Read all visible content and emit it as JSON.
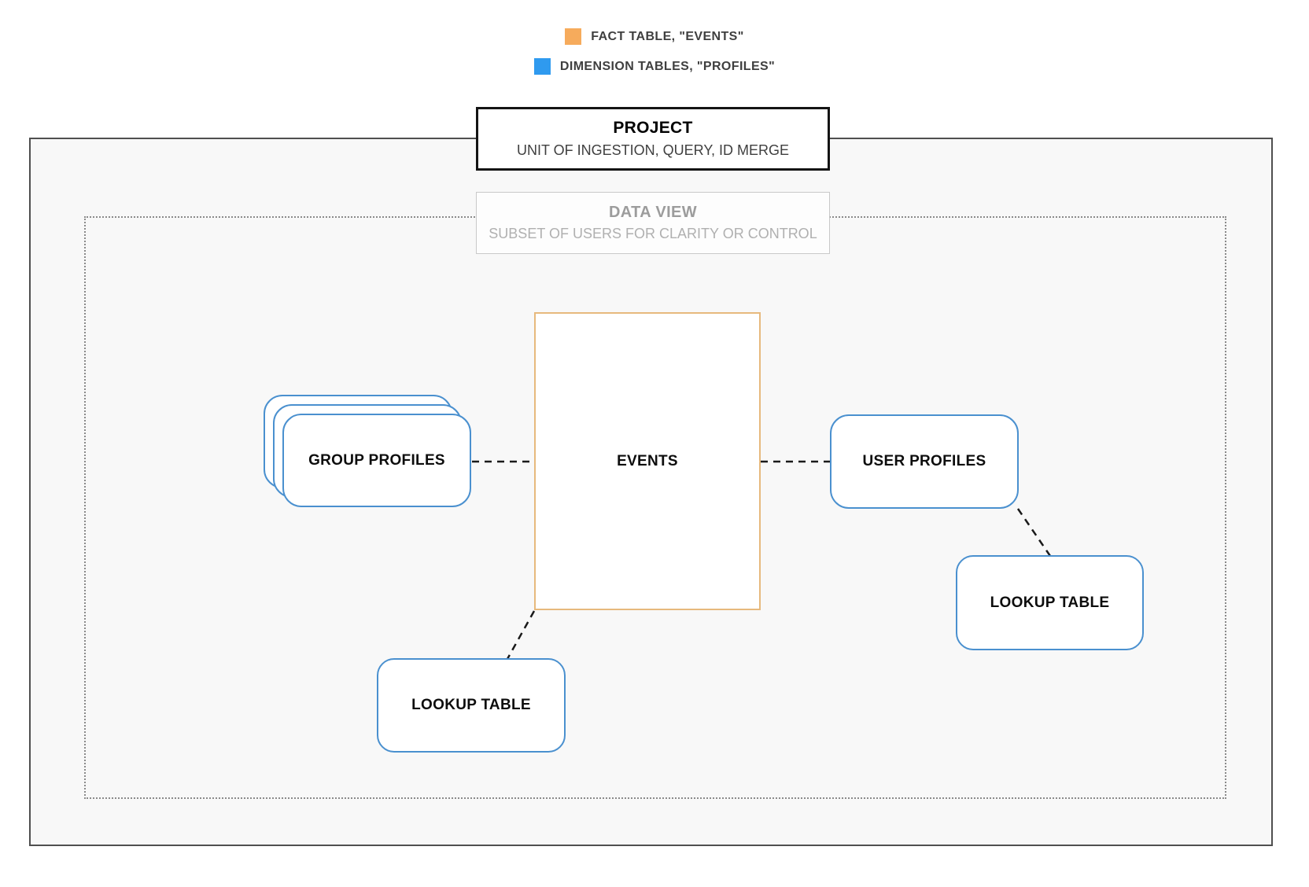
{
  "legend": {
    "items": [
      {
        "id": "fact",
        "label": "FACT TABLE, \"EVENTS\"",
        "swatch_color": "#f6ab5c"
      },
      {
        "id": "dimension",
        "label": "DIMENSION TABLES, \"PROFILES\"",
        "swatch_color": "#2f9aef"
      }
    ]
  },
  "project_box": {
    "title": "PROJECT",
    "subtitle": "UNIT OF INGESTION, QUERY, ID MERGE"
  },
  "data_view_box": {
    "title": "DATA VIEW",
    "subtitle": "SUBSET OF USERS FOR CLARITY OR CONTROL"
  },
  "nodes": {
    "events": {
      "label": "EVENTS"
    },
    "group_profiles": {
      "label": "GROUP PROFILES"
    },
    "user_profiles": {
      "label": "USER PROFILES"
    },
    "lookup_table_left": {
      "label": "LOOKUP TABLE"
    },
    "lookup_table_right": {
      "label": "LOOKUP TABLE"
    }
  },
  "colors": {
    "fact_swatch": "#f6ab5c",
    "dimension_swatch": "#2f9aef",
    "fact_node_border": "#e7b97d",
    "dimension_node_border": "#4a90cf",
    "connector": "#1a1a1a",
    "outer_border": "#4f4f4f",
    "dotted_border": "#8a8a8a",
    "canvas_background": "#f8f8f8"
  }
}
